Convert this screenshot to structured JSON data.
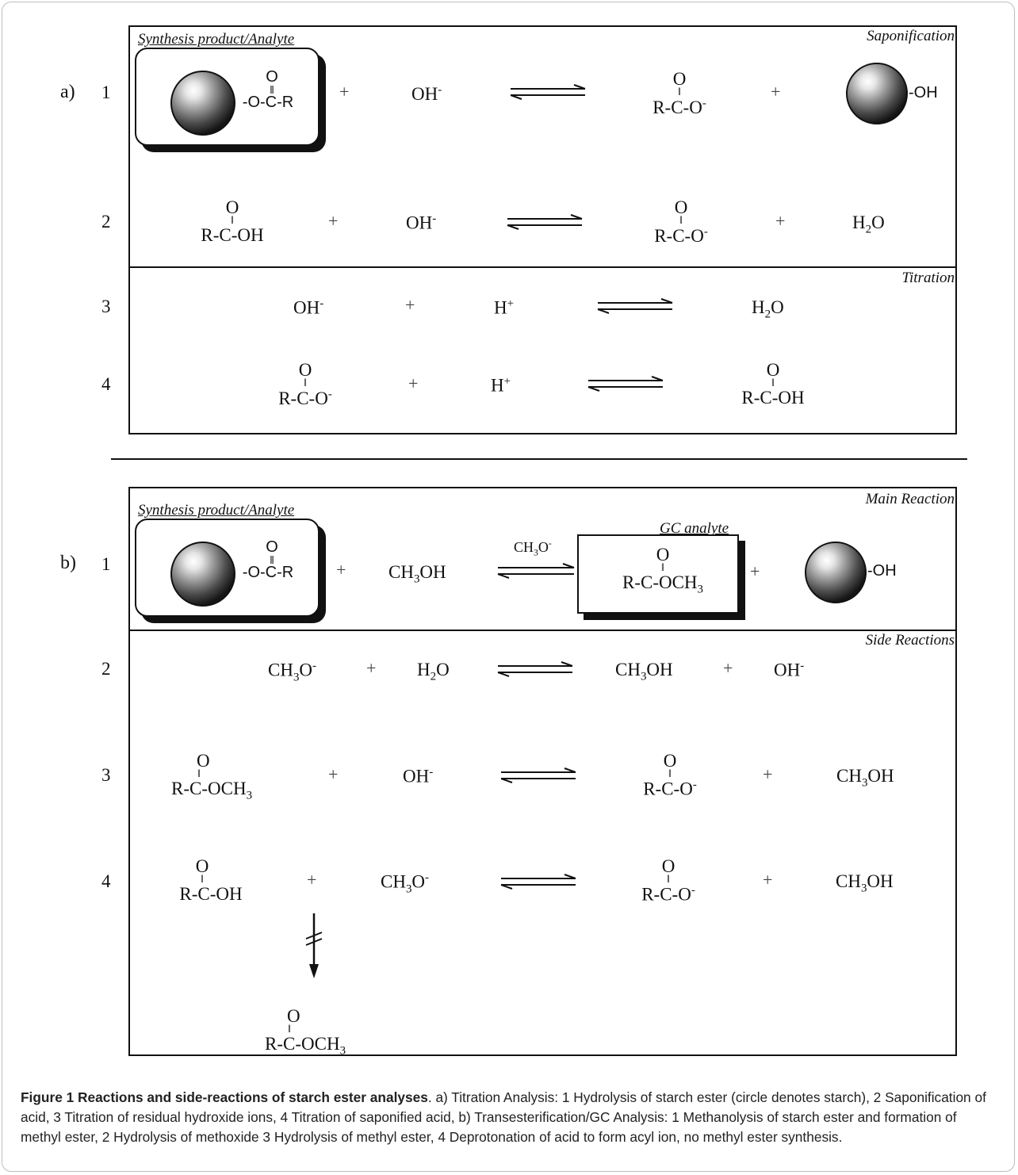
{
  "figure": {
    "panel_a_label": "a)",
    "panel_b_label": "b)",
    "sections": {
      "saponification": "Saponification",
      "titration": "Titration",
      "main_reaction": "Main Reaction",
      "side_reactions": "Side Reactions"
    },
    "labels": {
      "synthesis_product": "Synthesis product/Analyte",
      "gc_analyte": "GC analyte",
      "catalyst": "CH3O-"
    },
    "row_numbers": [
      "1",
      "2",
      "3",
      "4"
    ],
    "species": {
      "oh_minus": "OH-",
      "h_plus": "H+",
      "h2o": "H2O",
      "ch3oh": "CH3OH",
      "ch3o_minus": "CH3O-",
      "ester_starch_group": "-O-C-R",
      "starch_oh": "-OH",
      "acyl_o": "O",
      "carboxylate": "R-C-O-",
      "acid": "R-C-OH",
      "methyl_ester": "R-C-OCH3",
      "plus": "+"
    }
  },
  "caption": {
    "title": "Figure 1 Reactions and side-reactions of starch ester analyses",
    "text": ". a) Titration Analysis: 1 Hydrolysis of starch ester (circle denotes starch), 2 Saponification of acid, 3 Titration of residual hydroxide ions, 4 Titration of saponified acid, b) Transesterification/GC Analysis: 1 Methanolysis of starch ester and formation of methyl ester, 2 Hydrolysis of methoxide 3 Hydrolysis of methyl ester, 4 Deprotonation of acid to form acyl ion, no methyl ester synthesis."
  }
}
